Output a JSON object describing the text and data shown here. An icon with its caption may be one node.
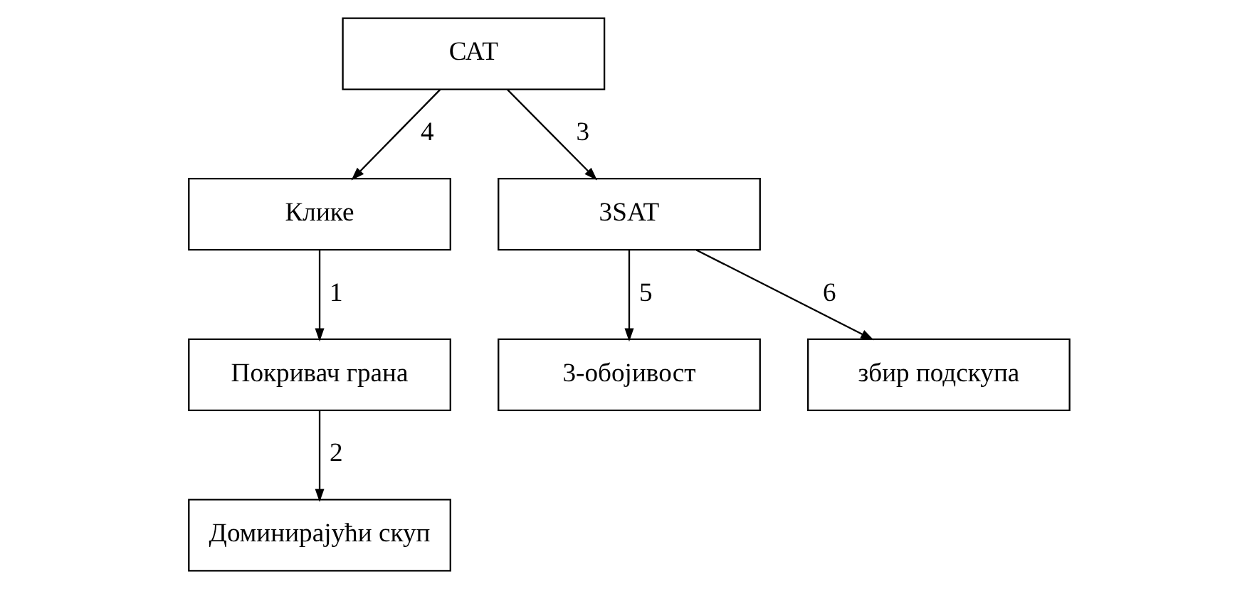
{
  "diagram": {
    "nodes": [
      {
        "text": [
          "САТ"
        ]
      },
      {
        "text": [
          "Клике"
        ]
      },
      {
        "text": [
          "3SAT"
        ]
      },
      {
        "text": [
          "Покривач грана"
        ]
      },
      {
        "text": [
          "3-обојивост"
        ]
      },
      {
        "text": [
          "збир подскупа"
        ]
      },
      {
        "text": [
          "Доминирајући скуп"
        ]
      }
    ],
    "edges": [
      {
        "from": 0,
        "to": 1,
        "arrow": "to",
        "label": "4"
      },
      {
        "from": 0,
        "to": 2,
        "arrow": "to",
        "label": "3"
      },
      {
        "from": 1,
        "to": 3,
        "arrow": "to",
        "label": "1"
      },
      {
        "from": 3,
        "to": 6,
        "arrow": "to",
        "label": "2"
      },
      {
        "from": 2,
        "to": 4,
        "arrow": "to",
        "label": "5"
      },
      {
        "from": 2,
        "to": 5,
        "arrow": "to",
        "label": "6"
      }
    ]
  }
}
